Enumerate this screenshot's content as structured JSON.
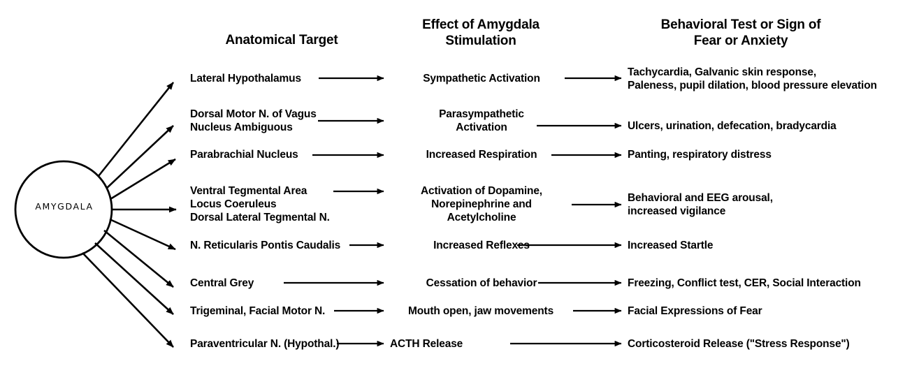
{
  "headers": {
    "anatomical": "Anatomical Target",
    "effect": "Effect of Amygdala\nStimulation",
    "behavior": "Behavioral Test or Sign of\nFear or Anxiety"
  },
  "hub": {
    "label": "AMYGDALA"
  },
  "rows": [
    {
      "target": "Lateral Hypothalamus",
      "effect": "Sympathetic Activation",
      "behavior": "Tachycardia, Galvanic skin response,\nPaleness, pupil dilation, blood pressure elevation"
    },
    {
      "target": "Dorsal Motor N. of Vagus\nNucleus Ambiguous",
      "effect": "Parasympathetic\nActivation",
      "behavior": "Ulcers, urination, defecation, bradycardia"
    },
    {
      "target": "Parabrachial Nucleus",
      "effect": "Increased Respiration",
      "behavior": "Panting, respiratory distress"
    },
    {
      "target": "Ventral Tegmental Area\nLocus Coeruleus\nDorsal Lateral Tegmental N.",
      "effect": "Activation of Dopamine,\nNorepinephrine and\nAcetylcholine",
      "behavior": "Behavioral and EEG arousal,\nincreased vigilance"
    },
    {
      "target": "N. Reticularis Pontis Caudalis",
      "effect": "Increased Reflexes",
      "behavior": "Increased Startle"
    },
    {
      "target": "Central Grey",
      "effect": "Cessation of behavior",
      "behavior": "Freezing, Conflict test, CER, Social Interaction"
    },
    {
      "target": "Trigeminal, Facial Motor N.",
      "effect": "Mouth open, jaw movements",
      "behavior": "Facial Expressions of Fear"
    },
    {
      "target": "Paraventricular N. (Hypothal.)",
      "effect": "ACTH Release",
      "behavior": "Corticosteroid Release (\"Stress Response\")"
    }
  ],
  "colors": {
    "ink": "#000000",
    "background": "#ffffff"
  }
}
